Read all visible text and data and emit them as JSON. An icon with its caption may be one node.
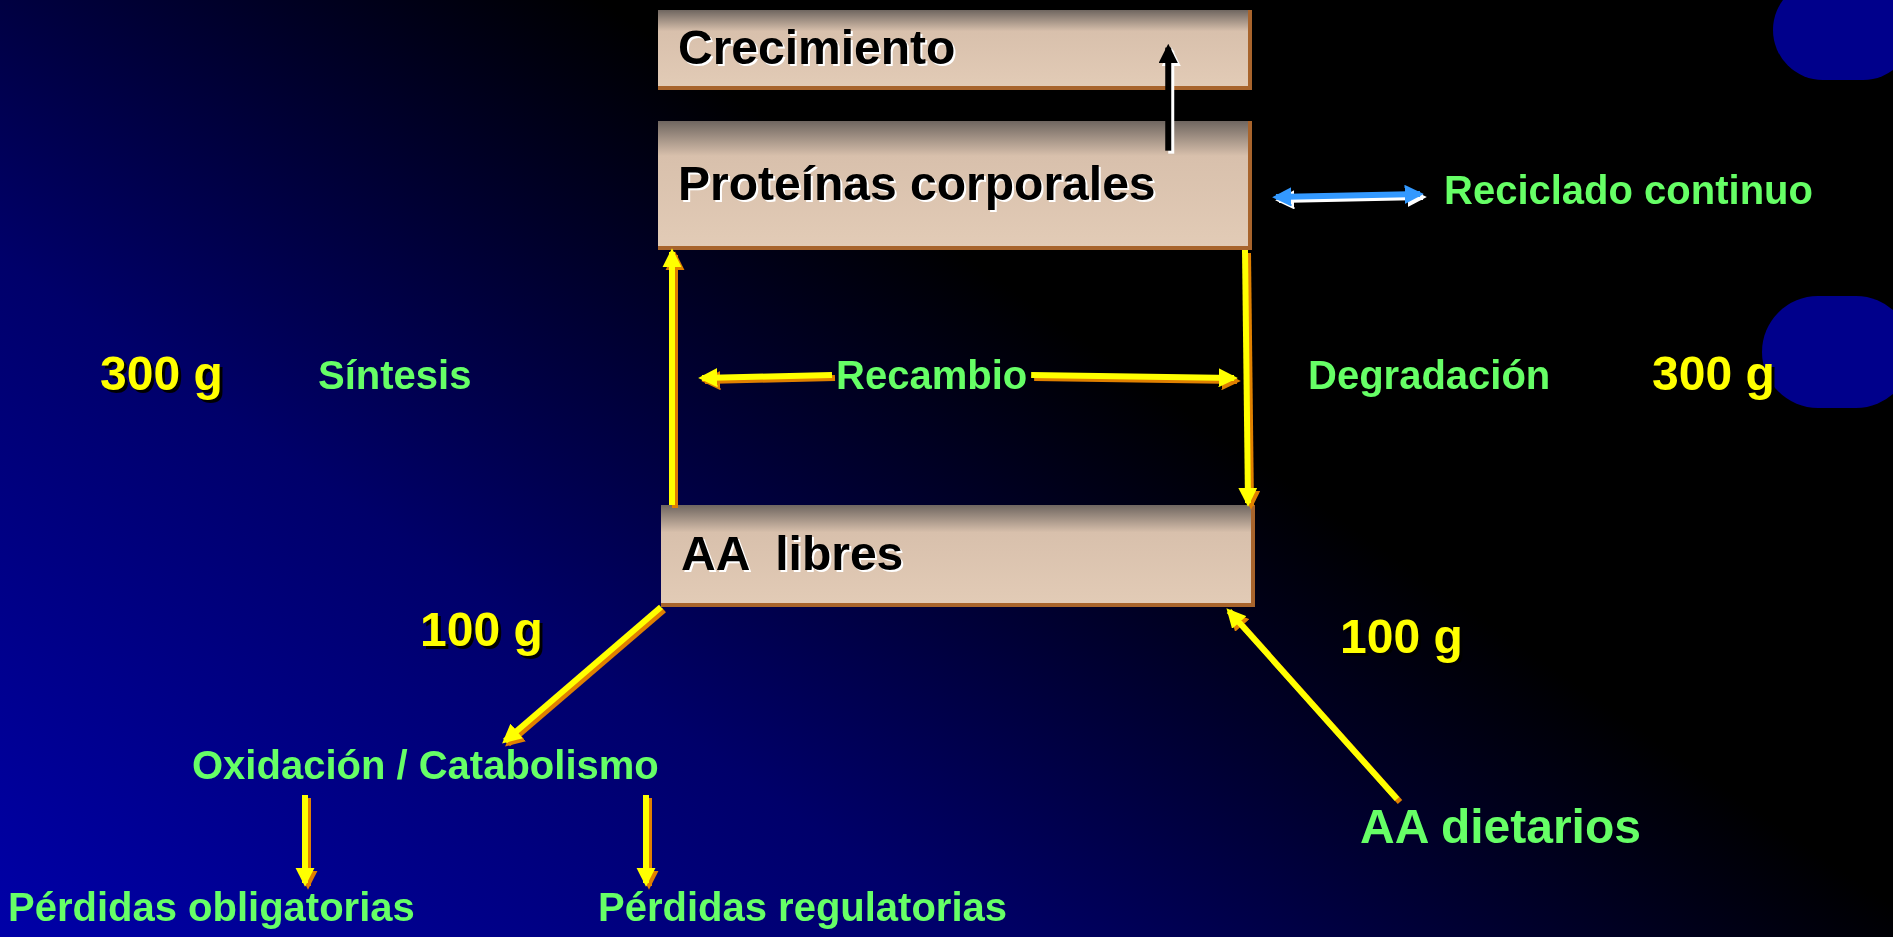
{
  "diagram": {
    "nodes": [
      {
        "text": [
          "Crecimiento"
        ]
      },
      {
        "text": [
          "Proteínas corporales"
        ]
      },
      {
        "text": [
          "Reciclado continuo"
        ]
      },
      {
        "text": [
          "Recambio"
        ]
      },
      {
        "text": [
          "AA  libres"
        ]
      },
      {
        "text": [
          "Oxidación / Catabolismo"
        ]
      },
      {
        "text": [
          "AA dietarios"
        ]
      },
      {
        "text": [
          "Pérdidas obligatorias"
        ]
      },
      {
        "text": [
          "Pérdidas regulatorias"
        ]
      }
    ],
    "edges": [
      {
        "from": 1,
        "to": 0,
        "arrow": "to",
        "color": "#000000"
      },
      {
        "from": 1,
        "to": 2,
        "arrow": "both",
        "color": "#3399ff"
      },
      {
        "from": 4,
        "to": 1,
        "arrow": "to"
      },
      {
        "from": 1,
        "to": 4,
        "arrow": "to"
      },
      {
        "from": 3,
        "to": null,
        "arrow": "to"
      },
      {
        "from": 3,
        "to": null,
        "arrow": "to"
      },
      {
        "from": 4,
        "to": 5,
        "arrow": "to"
      },
      {
        "from": 6,
        "to": 4,
        "arrow": "to"
      },
      {
        "from": 5,
        "to": 7,
        "arrow": "to"
      },
      {
        "from": 5,
        "to": 8,
        "arrow": "to"
      }
    ],
    "labels": [
      "300 g",
      "Síntesis",
      "Degradación",
      "300 g",
      "100 g",
      "100 g"
    ]
  }
}
